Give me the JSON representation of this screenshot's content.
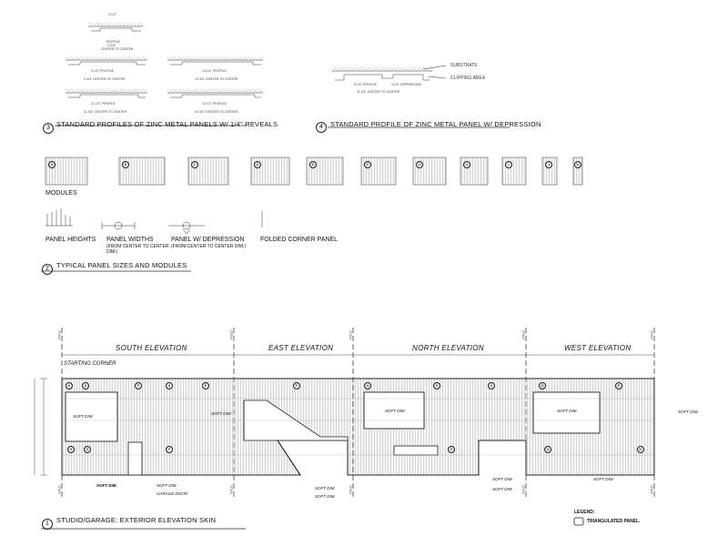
{
  "section3": {
    "number": "3",
    "title": "STANDARD PROFILES OF ZINC METAL PANELS W/ 1/4\" REVEALS",
    "dims": {
      "p1": [
        "4 1/2\"",
        "PROFILE",
        "4 3/4\"",
        "CENTER TO CENTER"
      ],
      "p2": [
        "9 1/2\" PROFILE",
        "9 3/4\" CENTER TO CENTER"
      ],
      "p3": [
        "11 1/2\" PROFILE",
        "11 3/4\" CENTER TO CENTER"
      ],
      "p4": [
        "10 1/2\" PROFILE",
        "10 3/4\" CENTER TO CENTER"
      ],
      "p5": [
        "12 1/2\" PROFILE",
        "12 3/4\" CENTER TO CENTER"
      ]
    }
  },
  "section4": {
    "number": "4",
    "title": "STANDARD PROFILE OF ZINC METAL PANEL W/ DEPRESSION",
    "labels": {
      "substrate": "SUBSTRATE",
      "clipping": "CLIPPING AREA"
    },
    "dims": [
      "5 1/2\" PROFILE",
      "4 1/2\" DEPRESSION",
      "11 3/4\" CENTER TO CENTER"
    ]
  },
  "section2": {
    "number": "2",
    "title": "TYPICAL PANEL SIZES AND MODULES",
    "modules_label": "MODULES",
    "modules": [
      "A",
      "B",
      "C",
      "D",
      "E",
      "F",
      "G",
      "H",
      "I",
      "J",
      "K"
    ],
    "panel_heights": "PANEL HEIGHTS",
    "panel_widths": "PANEL WIDTHS",
    "panel_widths_note": "(FROM CENTER TO CENTER DIM.)",
    "panel_depression": "PANEL W/ DEPRESSION",
    "panel_depression_note": "(FROM CENTER TO CENTER DIM.)",
    "folded_corner": "FOLDED CORNER PANEL"
  },
  "section1": {
    "number": "1",
    "title": "STUDIO/GARAGE: EXTERIOR ELEVATION SKIN",
    "elevations": [
      "SOUTH ELEVATION",
      "EAST ELEVATION",
      "NORTH ELEVATION",
      "WEST ELEVATION"
    ],
    "starting_corner": "STARTING CORNER",
    "soft_dim": "SOFT DIM.",
    "soft_dim_bold": "SOFT DIM.",
    "garage_door": "GARAGE DOOR",
    "fold": "FOLD"
  },
  "legend": {
    "title": "LEGEND:",
    "item": "TRIANGULATED PANEL."
  }
}
